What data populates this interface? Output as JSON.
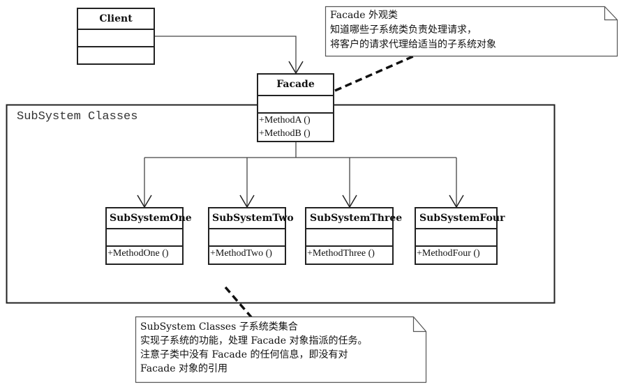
{
  "diagram": {
    "type": "uml-class-diagram",
    "pattern": "Facade",
    "package": {
      "label": "SubSystem Classes"
    },
    "client": {
      "name": "Client",
      "operations": []
    },
    "facade": {
      "name": "Facade",
      "operations": [
        "+MethodA ()",
        "+MethodB ()"
      ]
    },
    "subsystems": [
      {
        "name": "SubSystemOne",
        "operations": [
          "+MethodOne ()"
        ]
      },
      {
        "name": "SubSystemTwo",
        "operations": [
          "+MethodTwo ()"
        ]
      },
      {
        "name": "SubSystemThree",
        "operations": [
          "+MethodThree ()"
        ]
      },
      {
        "name": "SubSystemFour",
        "operations": [
          "+MethodFour ()"
        ]
      }
    ],
    "notes": {
      "facade_note": [
        "Facade  外观类",
        "知道哪些子系统类负责处理请求，",
        "将客户的请求代理给适当的子系统对象"
      ],
      "subsystem_note": [
        "SubSystem Classes   子系统类集合",
        "实现子系统的功能，处理 Facade 对象指派的任务。",
        "注意子类中没有 Facade 的任何信息，即没有对",
        "Facade 对象的引用"
      ]
    },
    "relations": [
      {
        "from": "Client",
        "to": "Facade",
        "kind": "association-arrow"
      },
      {
        "from": "Facade",
        "to": "SubSystemOne",
        "kind": "association-arrow"
      },
      {
        "from": "Facade",
        "to": "SubSystemTwo",
        "kind": "association-arrow"
      },
      {
        "from": "Facade",
        "to": "SubSystemThree",
        "kind": "association-arrow"
      },
      {
        "from": "Facade",
        "to": "SubSystemFour",
        "kind": "association-arrow"
      }
    ]
  }
}
